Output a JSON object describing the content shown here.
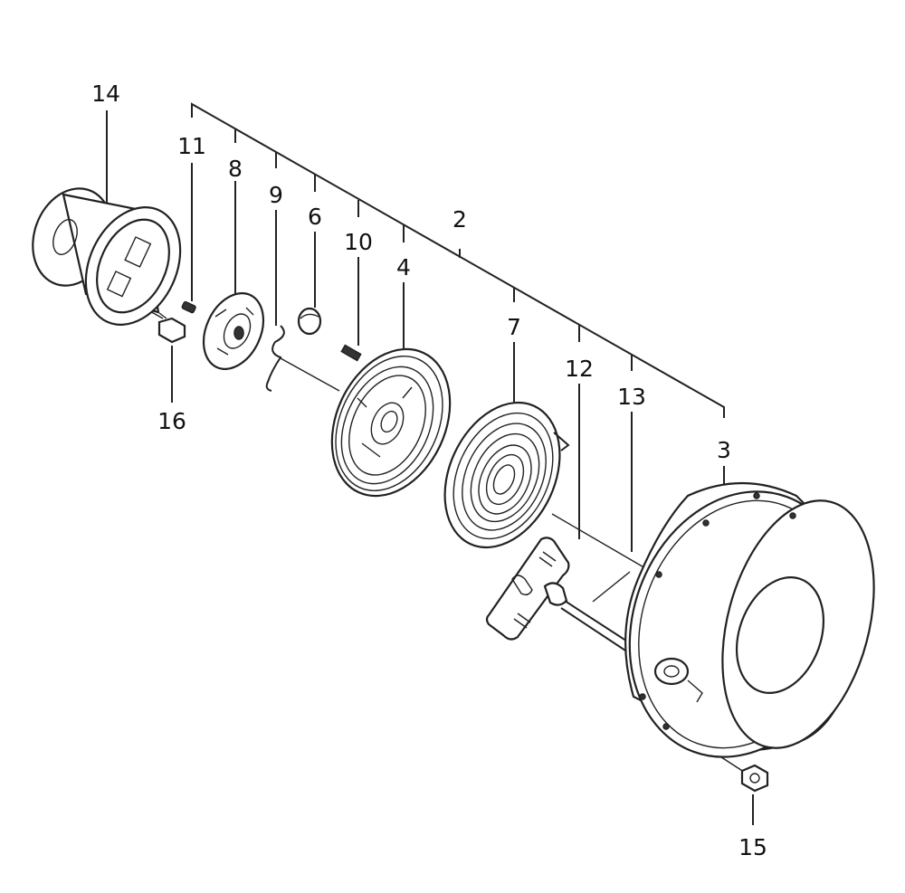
{
  "labels": {
    "p2": "2",
    "p3": "3",
    "p4": "4",
    "p6": "6",
    "p7": "7",
    "p8": "8",
    "p9": "9",
    "p10": "10",
    "p11": "11",
    "p12": "12",
    "p13": "13",
    "p14": "14",
    "p15": "15",
    "p16": "16"
  }
}
